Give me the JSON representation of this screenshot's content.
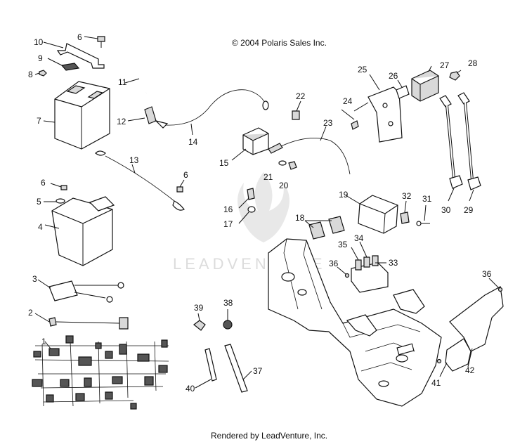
{
  "copyright": "© 2004 Polaris Sales Inc.",
  "rendered_by": "Rendered by LeadVenture, Inc.",
  "watermark": "LEADVENTURE",
  "callouts": {
    "c1": "1",
    "c2": "2",
    "c3": "3",
    "c4": "4",
    "c5": "5",
    "c6a": "6",
    "c6b": "6",
    "c6c": "6",
    "c7": "7",
    "c8": "8",
    "c9": "9",
    "c10": "10",
    "c11": "11",
    "c12": "12",
    "c13": "13",
    "c14": "14",
    "c15": "15",
    "c16": "16",
    "c17": "17",
    "c18": "18",
    "c19": "19",
    "c20": "20",
    "c21": "21",
    "c22": "22",
    "c23": "23",
    "c24": "24",
    "c25": "25",
    "c26": "26",
    "c27": "27",
    "c28": "28",
    "c29": "29",
    "c30": "30",
    "c31": "31",
    "c32": "32",
    "c33": "33",
    "c34": "34",
    "c35": "35",
    "c36a": "36",
    "c36b": "36",
    "c37": "37",
    "c38": "38",
    "c39": "39",
    "c40": "40",
    "c41": "41",
    "c42": "42"
  }
}
